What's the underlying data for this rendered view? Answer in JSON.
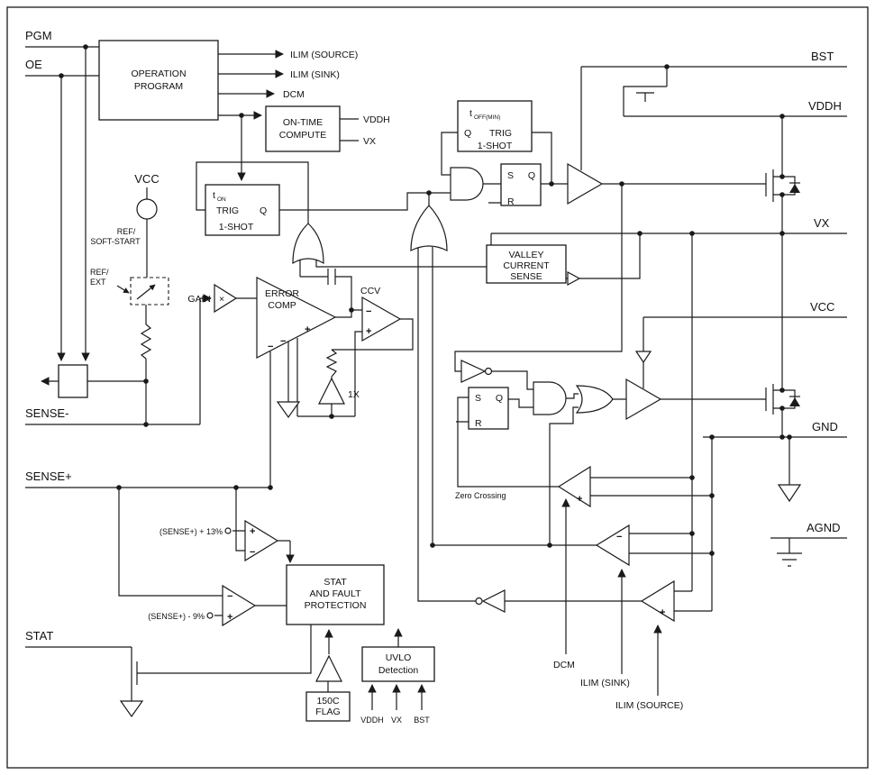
{
  "pins": {
    "left": {
      "pgm": "PGM",
      "oe": "OE",
      "vcc": "VCC",
      "sense_minus": "SENSE-",
      "sense_plus": "SENSE+",
      "stat": "STAT"
    },
    "right": {
      "bst": "BST",
      "vddh": "VDDH",
      "vx": "VX",
      "vcc": "VCC",
      "gnd": "GND",
      "agnd": "AGND"
    }
  },
  "blocks": {
    "operation_program": [
      "OPERATION",
      "PROGRAM"
    ],
    "on_time_compute": [
      "ON-TIME",
      "COMPUTE"
    ],
    "toff_one_shot": {
      "t": "t",
      "sub": "OFF(MIN)",
      "q": "Q",
      "trig": "TRIG",
      "one_shot": "1-SHOT"
    },
    "ton_one_shot": {
      "t": "t",
      "sub": "ON",
      "q": "Q",
      "trig": "TRIG",
      "one_shot": "1-SHOT"
    },
    "valley_current_sense": [
      "VALLEY",
      "CURRENT",
      "SENSE"
    ],
    "error_comp": [
      "ERROR",
      "COMP"
    ],
    "stat_fault_protection": [
      "STAT",
      "AND FAULT",
      "PROTECTION"
    ],
    "uvlo_detection": [
      "UVLO",
      "Detection"
    ],
    "flag_150c": [
      "150C",
      "FLAG"
    ],
    "sr_latch": {
      "s": "S",
      "r": "R",
      "q": "Q"
    }
  },
  "labels": {
    "ilim_source": "ILIM (SOURCE)",
    "ilim_sink": "ILIM (SINK)",
    "dcm": "DCM",
    "ref": "REF/",
    "soft_start": "SOFT-START",
    "ext": "EXT",
    "gain": "GAIN",
    "times": "×",
    "ccv": "CCV",
    "one_x": "1X",
    "zero_crossing": "Zero Crossing",
    "sense_plus_13": "(SENSE+) + 13%",
    "sense_minus_9": "(SENSE+) - 9%",
    "plus": "+",
    "minus": "−"
  }
}
